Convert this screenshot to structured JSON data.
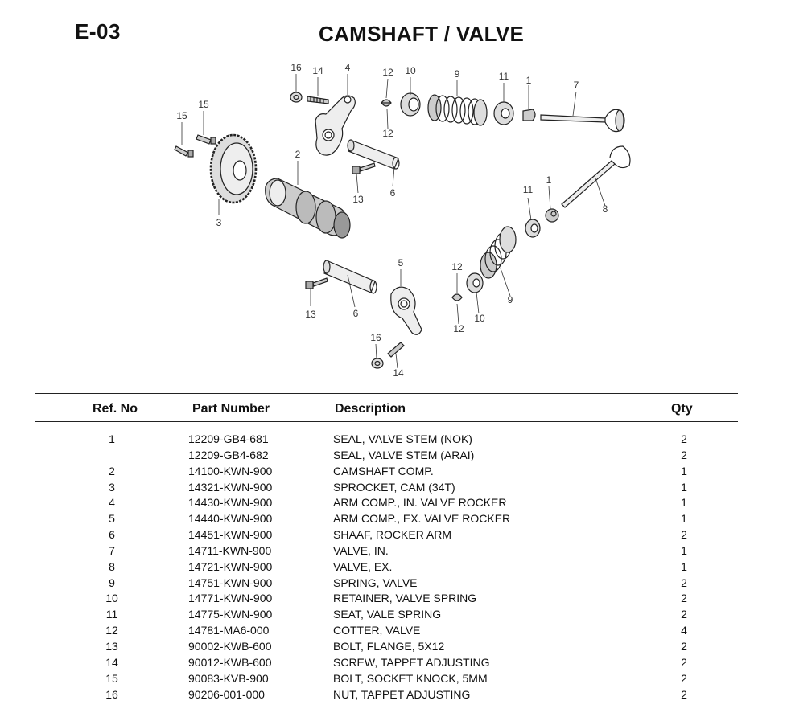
{
  "page": {
    "code": "E-03",
    "title": "CAMSHAFT / VALVE"
  },
  "diagram": {
    "callouts": [
      "16",
      "14",
      "4",
      "12",
      "10",
      "9",
      "11",
      "1",
      "7",
      "15",
      "15",
      "2",
      "12",
      "13",
      "6",
      "3",
      "11",
      "1",
      "8",
      "5",
      "12",
      "13",
      "6",
      "9",
      "10",
      "12",
      "16",
      "14"
    ]
  },
  "table": {
    "headers": {
      "ref": "Ref. No",
      "part": "Part Number",
      "desc": "Description",
      "qty": "Qty"
    },
    "rows": [
      {
        "ref": "1",
        "part": "12209-GB4-681",
        "desc": "SEAL, VALVE STEM (NOK)",
        "qty": "2"
      },
      {
        "ref": "",
        "part": "12209-GB4-682",
        "desc": "SEAL, VALVE STEM (ARAI)",
        "qty": "2"
      },
      {
        "ref": "2",
        "part": "14100-KWN-900",
        "desc": "CAMSHAFT COMP.",
        "qty": "1"
      },
      {
        "ref": "3",
        "part": "14321-KWN-900",
        "desc": "SPROCKET, CAM (34T)",
        "qty": "1"
      },
      {
        "ref": "4",
        "part": "14430-KWN-900",
        "desc": "ARM COMP., IN. VALVE ROCKER",
        "qty": "1"
      },
      {
        "ref": "5",
        "part": "14440-KWN-900",
        "desc": "ARM COMP., EX. VALVE ROCKER",
        "qty": "1"
      },
      {
        "ref": "6",
        "part": "14451-KWN-900",
        "desc": "SHAAF, ROCKER ARM",
        "qty": "2"
      },
      {
        "ref": "7",
        "part": "14711-KWN-900",
        "desc": "VALVE, IN.",
        "qty": "1"
      },
      {
        "ref": "8",
        "part": "14721-KWN-900",
        "desc": "VALVE, EX.",
        "qty": "1"
      },
      {
        "ref": "9",
        "part": "14751-KWN-900",
        "desc": "SPRING, VALVE",
        "qty": "2"
      },
      {
        "ref": "10",
        "part": "14771-KWN-900",
        "desc": "RETAINER, VALVE SPRING",
        "qty": "2"
      },
      {
        "ref": "11",
        "part": "14775-KWN-900",
        "desc": "SEAT, VALE SPRING",
        "qty": "2"
      },
      {
        "ref": "12",
        "part": "14781-MA6-000",
        "desc": "COTTER, VALVE",
        "qty": "4"
      },
      {
        "ref": "13",
        "part": "90002-KWB-600",
        "desc": "BOLT, FLANGE, 5X12",
        "qty": "2"
      },
      {
        "ref": "14",
        "part": "90012-KWB-600",
        "desc": "SCREW, TAPPET ADJUSTING",
        "qty": "2"
      },
      {
        "ref": "15",
        "part": "90083-KVB-900",
        "desc": "BOLT, SOCKET KNOCK, 5MM",
        "qty": "2"
      },
      {
        "ref": "16",
        "part": "90206-001-000",
        "desc": "NUT, TAPPET ADJUSTING",
        "qty": "2"
      }
    ]
  }
}
